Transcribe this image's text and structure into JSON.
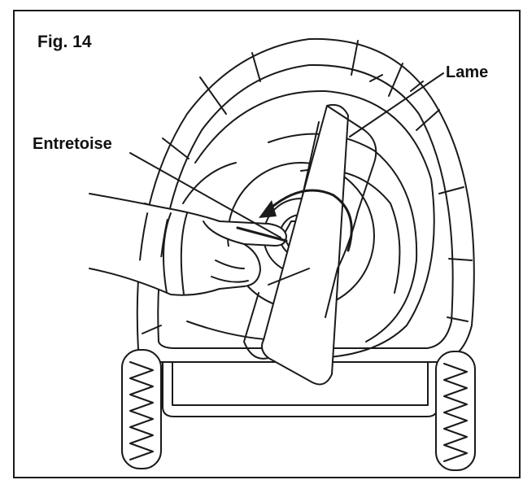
{
  "figure": {
    "title": "Fig. 14",
    "labels": {
      "blade": "Lame",
      "spacer": "Entretoise"
    }
  },
  "icons": [
    "lawnmower-deck-illustration",
    "blade-icon",
    "hand-with-wrench-icon",
    "rotation-arrow-icon",
    "wheel-icon"
  ],
  "colors": {
    "line": "#1a1a1a",
    "background": "#ffffff",
    "shade": "#e9e9e9"
  }
}
